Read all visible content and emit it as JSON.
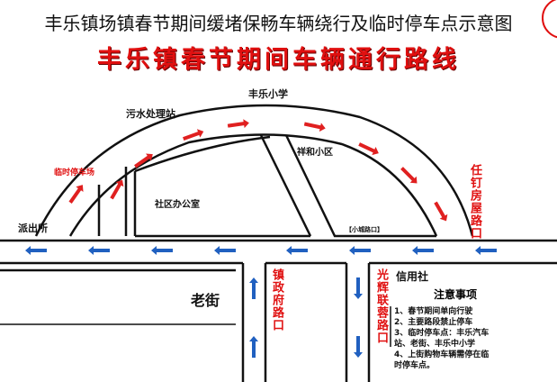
{
  "header": {
    "subtitle": "丰乐镇场镇春节期间缓堵保畅车辆绕行及临时停车点示意图",
    "title": "丰乐镇春节期间车辆通行路线"
  },
  "places": {
    "school": "丰乐小学",
    "sewage": "污水处理站",
    "parking": "临时停车场",
    "police": "派出所",
    "community_office": "社区办公室",
    "xianghe": "祥和小区",
    "xiaocheng": "【小城路口】",
    "renting": "任钉房屋路口",
    "laojie": "老街",
    "zhengfu": "镇政府路口",
    "guanghui": "光辉联蓉路口",
    "xinyongshe": "信用社"
  },
  "notes": {
    "title": "注意事项",
    "items": [
      "1、春节期间单向行驶",
      "2、主要路段禁止停车",
      "3、临时停车点：丰乐汽车站、老街、丰乐中小学",
      "4、上街购物车辆需停在临时停车点。"
    ]
  },
  "colors": {
    "one_way_arrow": "#e02020",
    "two_way_arrow": "#2060c0",
    "road_line": "#111111",
    "stamp": "#e01010"
  }
}
